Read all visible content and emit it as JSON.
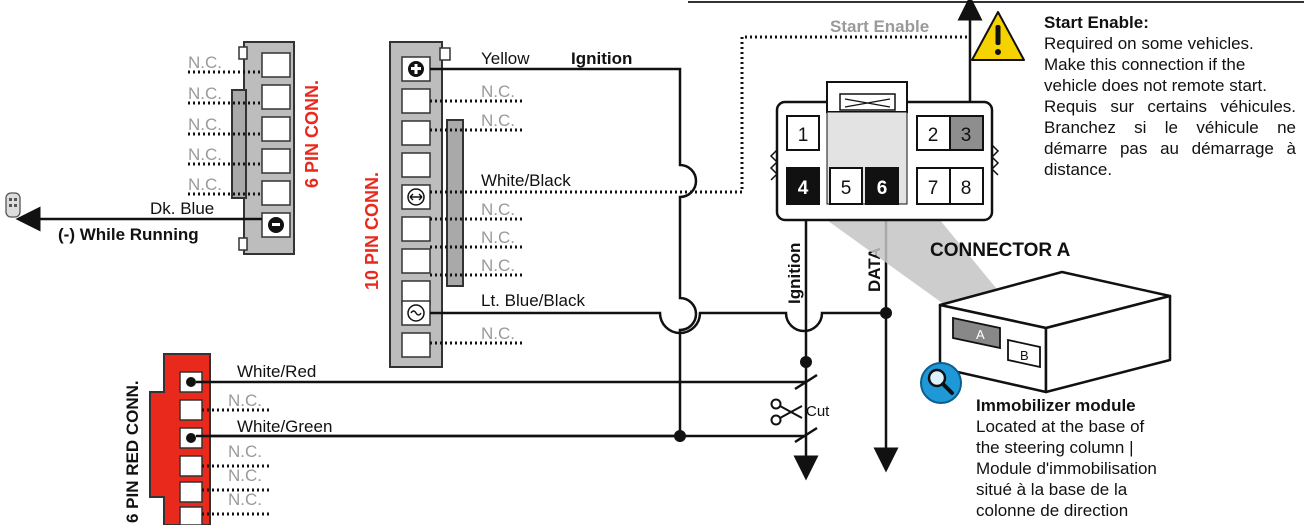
{
  "colors": {
    "red": "#e8291c",
    "gray": "#b8b8b8",
    "nc": "#9a9a9a",
    "warn": "#f5d200"
  },
  "nc_label": "N.C.",
  "conn6": {
    "title": "6 PIN CONN.",
    "wire_color": "Dk. Blue",
    "wire_function": "(-) While Running"
  },
  "conn10": {
    "title": "10 PIN CONN.",
    "yellow": "Yellow",
    "ignition": "Ignition",
    "white_black": "White/Black",
    "lt_blue_black": "Lt. Blue/Black"
  },
  "conn_red": {
    "title": "6 PIN RED CONN.",
    "white_red": "White/Red",
    "white_green": "White/Green"
  },
  "start_enable_wire": "Start Enable",
  "cut": "Cut",
  "connector_a": {
    "title": "CONNECTOR A",
    "pins": [
      "1",
      "2",
      "3",
      "4",
      "5",
      "6",
      "7",
      "8"
    ],
    "wire_ignition": "Ignition",
    "wire_data": "DATA"
  },
  "module": {
    "port_a": "A",
    "port_b": "B",
    "title": "Immobilizer module",
    "desc": "Located at the base of the steering column | Module d'immobilisation situé à la base de la colonne de direction"
  },
  "start_enable_note": {
    "title": "Start Enable:",
    "en": "Required on some vehicles. Make this connection if the vehicle does not remote start.",
    "fr": "Requis sur certains véhicules. Branchez si le véhicule ne démarre pas au démarrage à distance."
  }
}
